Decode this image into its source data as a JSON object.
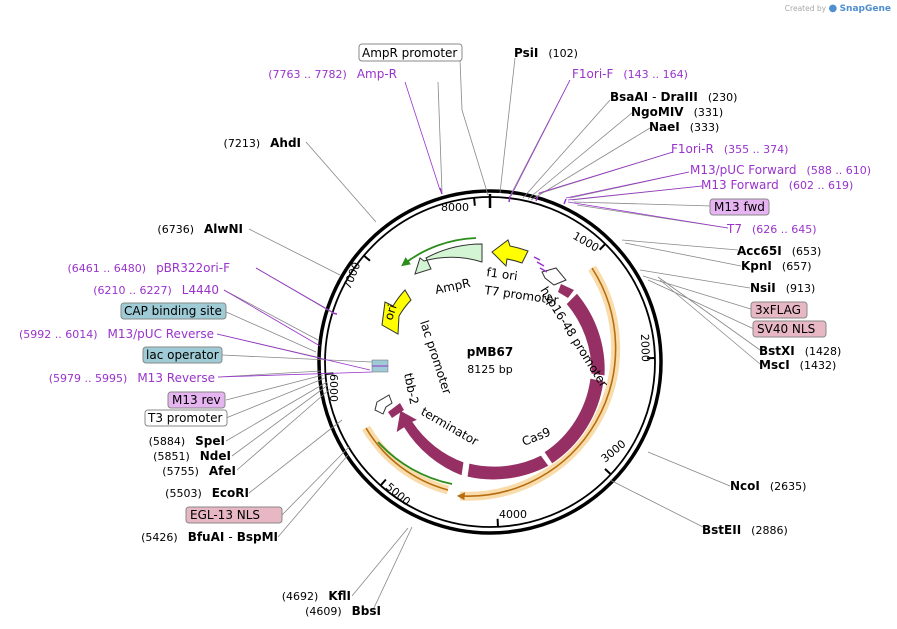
{
  "credit": {
    "prefix": "Created by",
    "brand": "SnapGene",
    "logo_icon": "snapgene-logo-icon"
  },
  "plasmid": {
    "name": "pMB67",
    "size": "8125 bp"
  },
  "colors": {
    "cas9": "#963064",
    "ampr_fill": "#d4f5d4",
    "ori": "#ffff00",
    "f1ori": "#ffff00",
    "primer": "#9933cc",
    "orange_feature": "#e89424",
    "green_feature": "#2c8c1c",
    "box_blue": "#9ecbd6",
    "box_purple": "#e6b4f0",
    "box_pink": "#e7b8c4"
  },
  "ticks": [
    "1000",
    "2000",
    "3000",
    "4000",
    "5000",
    "6000",
    "7000",
    "8000"
  ],
  "features": {
    "ampr": "AmpR",
    "ori": "ori",
    "f1ori": "f1 ori",
    "t7promoter": "T7 promoter",
    "hsp": "hsp16-48 promoter",
    "cas9": "Cas9",
    "lac": "lac promoter",
    "tbb2": "tbb-2",
    "terminator": "terminator"
  },
  "sites": {
    "psiI": {
      "name": "PsiI",
      "pos": "(102)"
    },
    "bsaAI": {
      "name": "BsaAI",
      "sep": "-",
      "name2": "DraIII",
      "pos": "(230)"
    },
    "ngoMIV": {
      "name": "NgoMIV",
      "pos": "(331)"
    },
    "naeI": {
      "name": "NaeI",
      "pos": "(333)"
    },
    "acc65I": {
      "name": "Acc65I",
      "pos": "(653)"
    },
    "kpnI": {
      "name": "KpnI",
      "pos": "(657)"
    },
    "nsiI": {
      "name": "NsiI",
      "pos": "(913)"
    },
    "bstXI": {
      "name": "BstXI",
      "pos": "(1428)"
    },
    "mscI": {
      "name": "MscI",
      "pos": "(1432)"
    },
    "ncoI": {
      "name": "NcoI",
      "pos": "(2635)"
    },
    "bstEII": {
      "name": "BstEII",
      "pos": "(2886)"
    },
    "ahdI": {
      "name": "AhdI",
      "pos": "(7213)"
    },
    "alwNI": {
      "name": "AlwNI",
      "pos": "(6736)"
    },
    "speI": {
      "name": "SpeI",
      "pos": "(5884)"
    },
    "ndeI": {
      "name": "NdeI",
      "pos": "(5851)"
    },
    "afeI": {
      "name": "AfeI",
      "pos": "(5755)"
    },
    "ecoRI": {
      "name": "EcoRI",
      "pos": "(5503)"
    },
    "bfuAI": {
      "name": "BfuAI",
      "sep": "-",
      "name2": "BspMI",
      "pos": "(5426)"
    },
    "kflI": {
      "name": "KflI",
      "pos": "(4692)"
    },
    "bbsI": {
      "name": "BbsI",
      "pos": "(4609)"
    }
  },
  "primers": {
    "f1oriF": {
      "name": "F1ori-F",
      "range": "(143 .. 164)"
    },
    "f1oriR": {
      "name": "F1ori-R",
      "range": "(355 .. 374)"
    },
    "m13pucF": {
      "name": "M13/pUC Forward",
      "range": "(588 .. 610)"
    },
    "m13F": {
      "name": "M13 Forward",
      "range": "(602 .. 619)"
    },
    "t7": {
      "name": "T7",
      "range": "(626 .. 645)"
    },
    "ampR": {
      "name": "Amp-R",
      "range": "(7763 .. 7782)"
    },
    "pbr": {
      "name": "pBR322ori-F",
      "range": "(6461 .. 6480)"
    },
    "l4440": {
      "name": "L4440",
      "range": "(6210 .. 6227)"
    },
    "m13pucR": {
      "name": "M13/pUC Reverse",
      "range": "(5992 .. 6014)"
    },
    "m13R": {
      "name": "M13 Reverse",
      "range": "(5979 .. 5995)"
    }
  },
  "boxes": {
    "amprPromoter": "AmpR promoter",
    "m13fwd": "M13 fwd",
    "flag": "3xFLAG",
    "sv40": "SV40 NLS",
    "cap": "CAP binding site",
    "lacOperator": "lac operator",
    "m13rev": "M13 rev",
    "t3": "T3 promoter",
    "egl13": "EGL-13 NLS"
  }
}
